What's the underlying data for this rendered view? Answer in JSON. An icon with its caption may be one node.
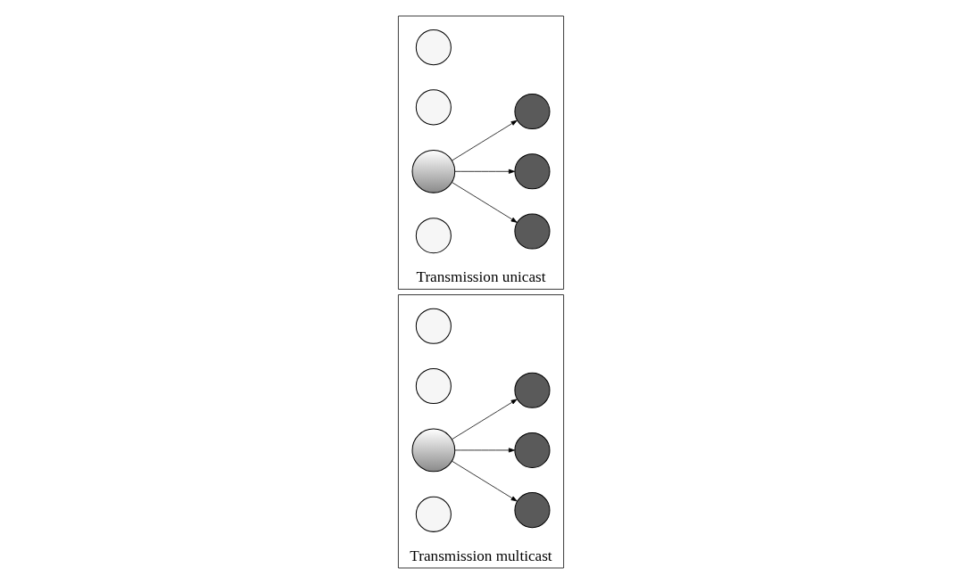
{
  "diagram": {
    "nodes": [
      {
        "text": [
          "Transmission multicast"
        ]
      },
      {
        "text": [],
        "shape": "circle",
        "in": 0
      },
      {
        "text": [],
        "shape": "circle",
        "in": 0
      },
      {
        "text": [],
        "shape": "circle",
        "in": 0
      },
      {
        "text": [],
        "shape": "circle",
        "in": 0
      },
      {
        "text": [],
        "shape": "circle",
        "in": 0
      },
      {
        "text": [],
        "shape": "circle",
        "in": 0
      },
      {
        "text": [],
        "shape": "circle",
        "in": 0
      },
      {
        "text": [
          "Transmission unicast"
        ]
      },
      {
        "text": [],
        "shape": "circle",
        "in": 8
      },
      {
        "text": [],
        "shape": "circle",
        "in": 8
      },
      {
        "text": [],
        "shape": "circle",
        "in": 8
      },
      {
        "text": [],
        "shape": "circle",
        "in": 8
      },
      {
        "text": [],
        "shape": "circle",
        "in": 8
      },
      {
        "text": [],
        "shape": "circle",
        "in": 8
      },
      {
        "text": [],
        "shape": "circle",
        "in": 8
      }
    ],
    "edges": [
      {
        "from": 4,
        "to": 1,
        "arrow": "to"
      },
      {
        "from": 4,
        "to": 5,
        "arrow": "to"
      },
      {
        "from": 4,
        "to": 6,
        "arrow": "to"
      },
      {
        "from": 12,
        "to": 9,
        "arrow": "to"
      },
      {
        "from": 12,
        "to": 13,
        "arrow": "to"
      },
      {
        "from": 12,
        "to": 14,
        "arrow": "to"
      }
    ]
  }
}
